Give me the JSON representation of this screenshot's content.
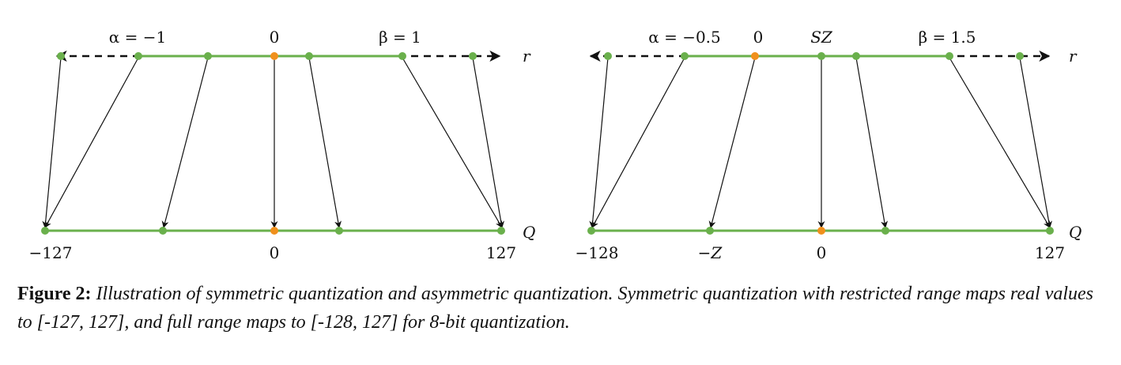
{
  "colors": {
    "line": "#6ab04c",
    "point": "#6ab04c",
    "zero_point": "#f0901c",
    "arrow": "#111111",
    "dashed": "#111111"
  },
  "panels": [
    {
      "id": "symmetric",
      "top_labels": {
        "alpha": "α = −1",
        "zero": "0",
        "beta": "β = 1"
      },
      "axis_r": "r",
      "axis_q": "Q",
      "bottom_labels": {
        "min": "−127",
        "zero": "0",
        "max": "127"
      }
    },
    {
      "id": "asymmetric",
      "top_labels": {
        "alpha": "α = −0.5",
        "zero": "0",
        "sz": "SZ",
        "beta": "β = 1.5"
      },
      "axis_r": "r",
      "axis_q": "Q",
      "bottom_labels": {
        "min": "−128",
        "negz": "−Z",
        "zero": "0",
        "max": "127"
      }
    }
  ],
  "caption": {
    "label": "Figure 2:",
    "text": "Illustration of symmetric quantization and asymmetric quantization. Symmetric quantization with restricted range maps real values to [-127, 127], and full range maps to [-128, 127] for 8-bit quantization."
  }
}
